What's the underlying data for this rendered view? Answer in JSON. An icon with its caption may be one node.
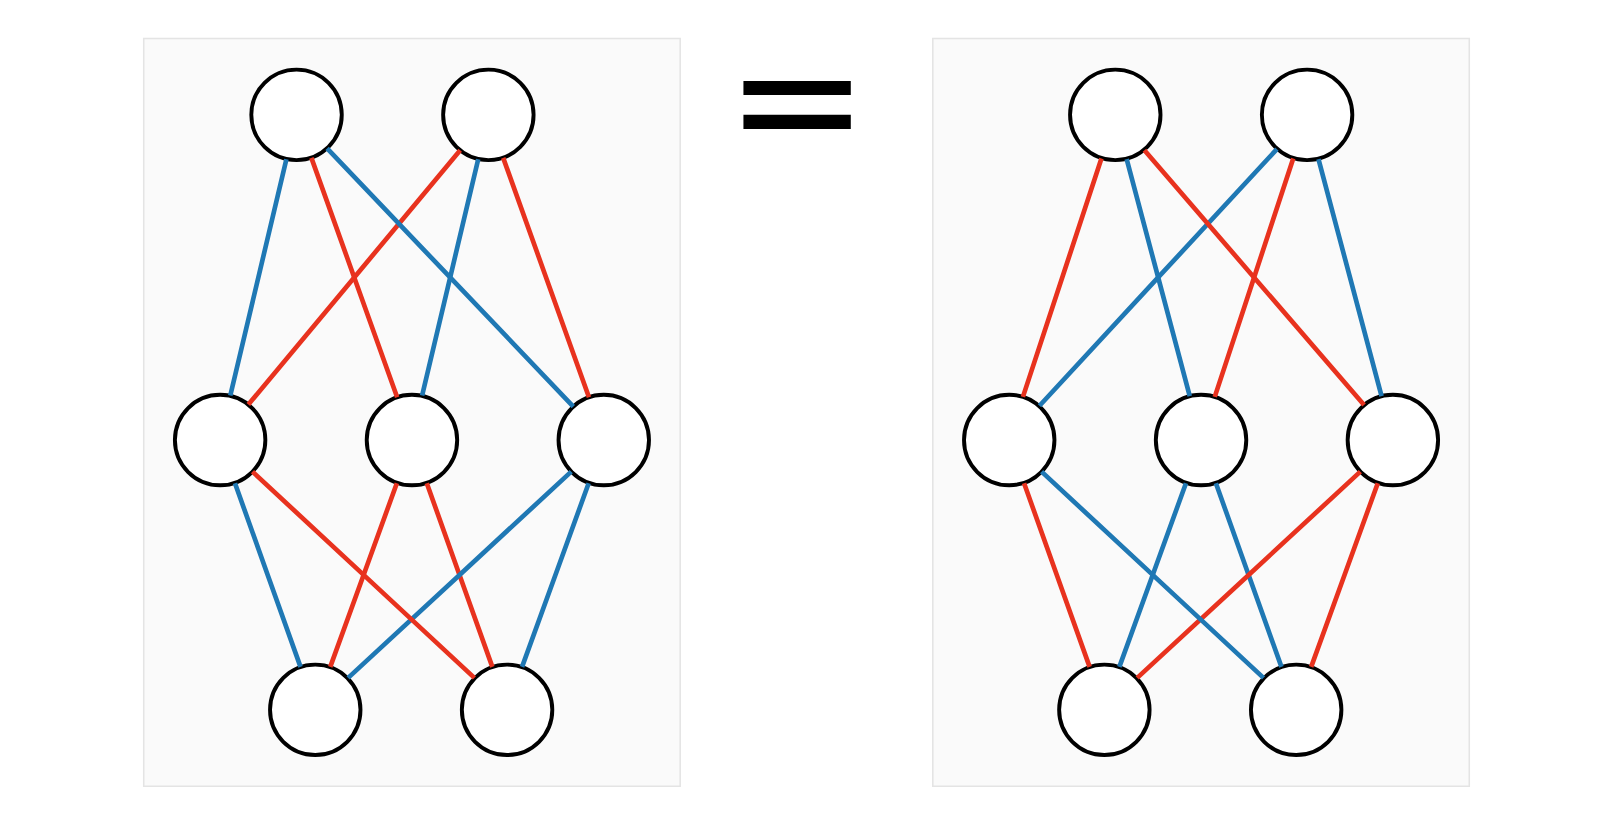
{
  "diagram": {
    "nodes": [
      {
        "text": [],
        "shape": "box"
      },
      {
        "text": [],
        "shape": "circle",
        "in": 0
      },
      {
        "text": [],
        "shape": "circle",
        "in": 0
      },
      {
        "text": [],
        "shape": "circle",
        "in": 0
      },
      {
        "text": [],
        "shape": "circle",
        "in": 0
      },
      {
        "text": [],
        "shape": "circle",
        "in": 0
      },
      {
        "text": [],
        "shape": "circle",
        "in": 0
      },
      {
        "text": [],
        "shape": "circle",
        "in": 0
      },
      {
        "text": [],
        "shape": "box"
      },
      {
        "text": [],
        "shape": "circle",
        "in": 8
      },
      {
        "text": [],
        "shape": "circle",
        "in": 8
      },
      {
        "text": [],
        "shape": "circle",
        "in": 8
      },
      {
        "text": [],
        "shape": "circle",
        "in": 8
      },
      {
        "text": [],
        "shape": "circle",
        "in": 8
      },
      {
        "text": [],
        "shape": "circle",
        "in": 8
      },
      {
        "text": [],
        "shape": "circle",
        "in": 8
      }
    ],
    "edges": [
      {
        "from": 1,
        "to": 3,
        "arrow": "none",
        "color": "#1f78b4"
      },
      {
        "from": 1,
        "to": 4,
        "arrow": "none",
        "color": "#e8321e"
      },
      {
        "from": 1,
        "to": 5,
        "arrow": "none",
        "color": "#e8321e"
      },
      {
        "from": 2,
        "to": 3,
        "arrow": "none",
        "color": "#e8321e"
      },
      {
        "from": 2,
        "to": 4,
        "arrow": "none",
        "color": "#1f78b4"
      },
      {
        "from": 2,
        "to": 5,
        "arrow": "none",
        "color": "#1f78b4"
      },
      {
        "from": 3,
        "to": 6,
        "arrow": "none",
        "color": "#e8321e"
      },
      {
        "from": 3,
        "to": 7,
        "arrow": "none",
        "color": "#e8321e"
      },
      {
        "from": 4,
        "to": 6,
        "arrow": "none",
        "color": "#1f78b4"
      },
      {
        "from": 4,
        "to": 7,
        "arrow": "none",
        "color": "#1f78b4"
      },
      {
        "from": 5,
        "to": 6,
        "arrow": "none",
        "color": "#1f78b4"
      },
      {
        "from": 5,
        "to": 7,
        "arrow": "none",
        "color": "#e8321e"
      },
      {
        "from": 9,
        "to": 11,
        "arrow": "none",
        "color": "#e8321e"
      },
      {
        "from": 9,
        "to": 12,
        "arrow": "none",
        "color": "#1f78b4"
      },
      {
        "from": 9,
        "to": 13,
        "arrow": "none",
        "color": "#1f78b4"
      },
      {
        "from": 10,
        "to": 11,
        "arrow": "none",
        "color": "#1f78b4"
      },
      {
        "from": 10,
        "to": 12,
        "arrow": "none",
        "color": "#e8321e"
      },
      {
        "from": 10,
        "to": 13,
        "arrow": "none",
        "color": "#e8321e"
      },
      {
        "from": 11,
        "to": 14,
        "arrow": "none",
        "color": "#1f78b4"
      },
      {
        "from": 11,
        "to": 15,
        "arrow": "none",
        "color": "#1f78b4"
      },
      {
        "from": 12,
        "to": 14,
        "arrow": "none",
        "color": "#e8321e"
      },
      {
        "from": 12,
        "to": 15,
        "arrow": "none",
        "color": "#e8321e"
      },
      {
        "from": 13,
        "to": 14,
        "arrow": "none",
        "color": "#e8321e"
      },
      {
        "from": 13,
        "to": 15,
        "arrow": "none",
        "color": "#1f78b4"
      }
    ],
    "labels": [
      "="
    ]
  }
}
